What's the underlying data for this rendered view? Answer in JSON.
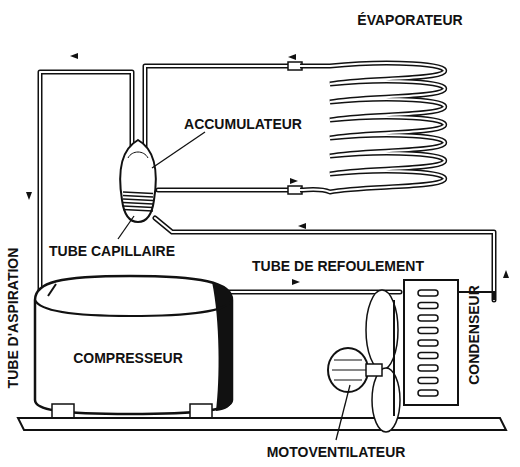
{
  "diagram": {
    "labels": [
      "ÉVAPORATEUR",
      "ACCUMULATEUR",
      "TUBE CAPILLAIRE",
      "TUBE DE REFOULEMENT",
      "TUBE D'ASPIRATION",
      "COMPRESSEUR",
      "CONDENSEUR",
      "MOTOVENTILATEUR"
    ]
  }
}
